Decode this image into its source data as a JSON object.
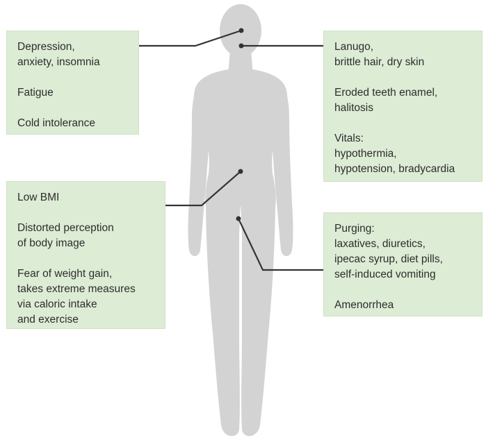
{
  "colors": {
    "box_fill": "#ddecd5",
    "silhouette": "#d3d3d3",
    "connector": "#333333"
  },
  "boxes": {
    "top_left": {
      "paragraphs": [
        "Depression,\nanxiety, insomnia",
        "Fatigue",
        "Cold intolerance"
      ]
    },
    "top_right": {
      "paragraphs": [
        "Lanugo,\nbrittle hair, dry skin",
        "Eroded teeth enamel,\nhalitosis",
        "Vitals:\nhypothermia,\nhypotension, bradycardia"
      ]
    },
    "bottom_left": {
      "paragraphs": [
        "Low BMI",
        "Distorted perception\nof body image",
        "Fear of weight gain,\ntakes extreme measures\nvia caloric intake\nand exercise"
      ]
    },
    "bottom_right": {
      "paragraphs": [
        "Purging:\nlaxatives, diuretics,\nipecac syrup, diet pills,\nself-induced vomiting",
        "Amenorrhea"
      ]
    }
  }
}
